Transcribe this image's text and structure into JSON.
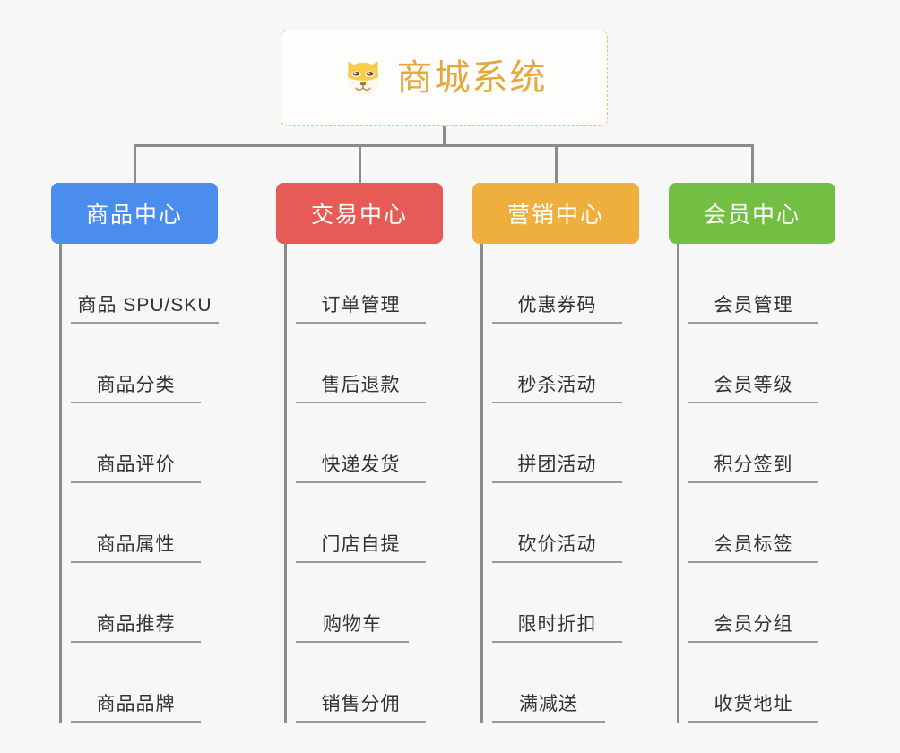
{
  "diagram": {
    "type": "mindmap",
    "background_color": "#f7f7f7",
    "connector_color": "#8c8c8c"
  },
  "root": {
    "title": "商城系统",
    "icon": "dog-face-icon",
    "text_color": "#e5a83c",
    "border_color": "#f0c167",
    "background_color": "#fdfdfc"
  },
  "branches": [
    {
      "label": "商品中心",
      "color": "#4a8ded",
      "items": [
        {
          "label": "商品 SPU/SKU"
        },
        {
          "label": "商品分类"
        },
        {
          "label": "商品评价"
        },
        {
          "label": "商品属性"
        },
        {
          "label": "商品推荐"
        },
        {
          "label": "商品品牌"
        }
      ]
    },
    {
      "label": "交易中心",
      "color": "#e65b56",
      "items": [
        {
          "label": "订单管理"
        },
        {
          "label": "售后退款"
        },
        {
          "label": "快递发货"
        },
        {
          "label": "门店自提"
        },
        {
          "label": "购物车"
        },
        {
          "label": "销售分佣"
        }
      ]
    },
    {
      "label": "营销中心",
      "color": "#eeaf3e",
      "items": [
        {
          "label": "优惠券码"
        },
        {
          "label": "秒杀活动"
        },
        {
          "label": "拼团活动"
        },
        {
          "label": "砍价活动"
        },
        {
          "label": "限时折扣"
        },
        {
          "label": "满减送"
        }
      ]
    },
    {
      "label": "会员中心",
      "color": "#73bf44",
      "items": [
        {
          "label": "会员管理"
        },
        {
          "label": "会员等级"
        },
        {
          "label": "积分签到"
        },
        {
          "label": "会员标签"
        },
        {
          "label": "会员分组"
        },
        {
          "label": "收货地址"
        }
      ]
    }
  ]
}
